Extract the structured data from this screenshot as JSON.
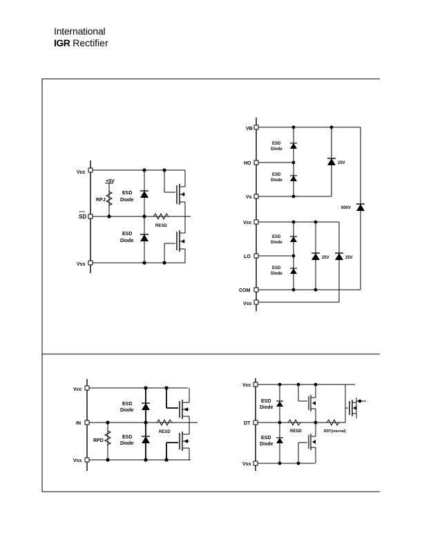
{
  "header": {
    "logo_line1": "International",
    "logo_mark": "IGR",
    "logo_word": "Rectifier"
  },
  "diagram_top_left": {
    "vcc": "Vcc",
    "sd": "SD",
    "vss": "Vss",
    "plus5v": "+5V",
    "rpj": "RPJ",
    "esd1": [
      "ESD",
      "Diode"
    ],
    "esd2": [
      "ESD",
      "Diode"
    ],
    "resd": "RESD"
  },
  "diagram_top_right": {
    "vb": "VB",
    "ho": "HO",
    "vs": "Vs",
    "vcc": "Vcc",
    "lo": "LO",
    "com": "COM",
    "vss": "Vss",
    "esd": [
      [
        "ESD",
        "Diode"
      ],
      [
        "ESD",
        "Diode"
      ],
      [
        "ESD",
        "Diode"
      ],
      [
        "ESD",
        "Diode"
      ]
    ],
    "z25a": "25V",
    "z600": "600V",
    "z25b": "25V",
    "z25c": "25V"
  },
  "diagram_bottom_left": {
    "vcc": "Vcc",
    "in": "IN",
    "vss": "Vss",
    "rpd": "RPD",
    "esd1": [
      "ESD",
      "Diode"
    ],
    "esd2": [
      "ESD",
      "Diode"
    ],
    "resd": "RESD"
  },
  "diagram_bottom_right": {
    "vcc": "Vcc",
    "dt": "DT",
    "vss": "Vss",
    "esd1": [
      "ESD",
      "Diode"
    ],
    "esd2": [
      "ESD",
      "Diode"
    ],
    "resd": "RESD",
    "rdt": "RDT(internal)"
  }
}
